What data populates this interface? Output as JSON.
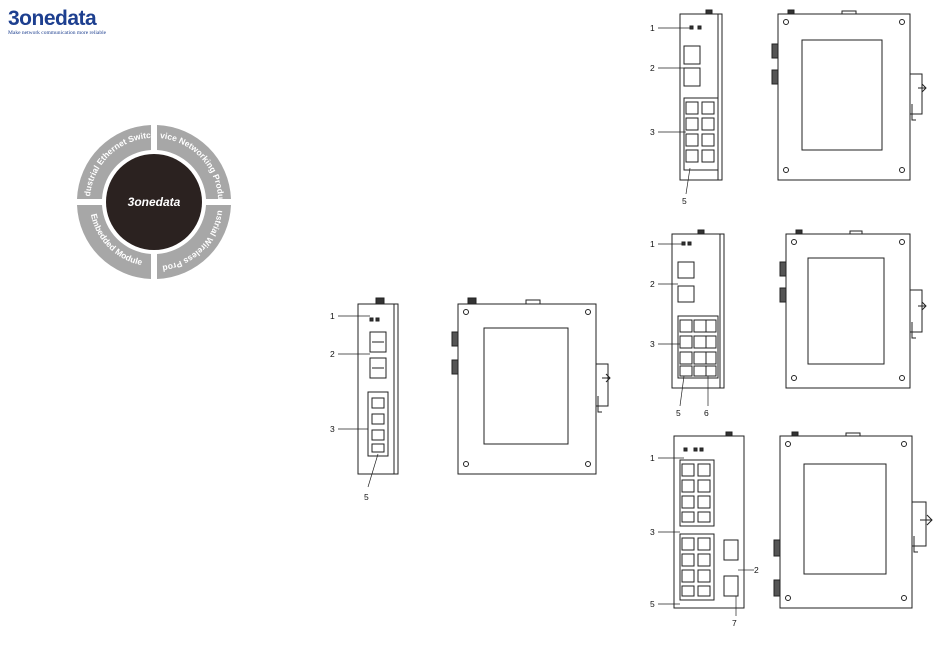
{
  "brand": {
    "name": "3onedata",
    "tagline": "Make network communication more reliable"
  },
  "wheel": {
    "center_label": "3onedata",
    "segments": [
      "Industrial Ethernet Switch",
      "Device Networking Product",
      "Industrial Wireless Product",
      "Embedded Module"
    ],
    "colors": {
      "ring": "#a7a7a7",
      "center": "#2b2220",
      "text": "#ffffff"
    }
  },
  "figures": {
    "small": {
      "callouts": [
        "1",
        "2",
        "3",
        "5"
      ]
    },
    "top_right": {
      "callouts": [
        "1",
        "2",
        "3",
        "5"
      ]
    },
    "middle_right": {
      "callouts": [
        "1",
        "2",
        "3",
        "5",
        "6"
      ]
    },
    "bottom_right": {
      "callouts": [
        "1",
        "3",
        "5",
        "2",
        "7"
      ]
    }
  }
}
